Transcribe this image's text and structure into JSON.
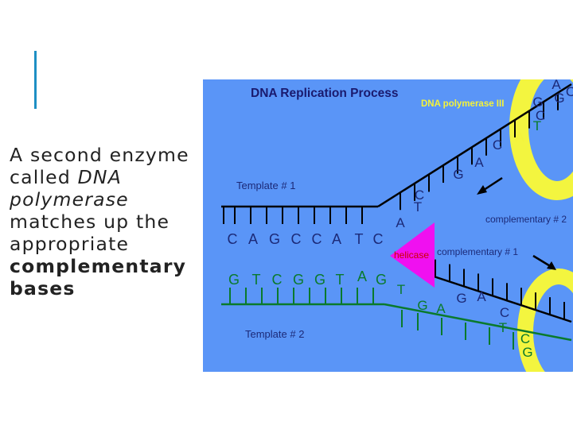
{
  "slide": {
    "text": {
      "part1": "A second enzyme called ",
      "part2": "DNA polymerase",
      "part3": " matches up the appropriate ",
      "part4": "complementary bases"
    }
  },
  "diagram": {
    "title": "DNA Replication Process",
    "labels": {
      "polymerase": "DNA polymerase III",
      "template1": "Template # 1",
      "template2": "Template # 2",
      "complementary2": "complementary # 2",
      "complementary1": "complementary # 1",
      "helicase": "helicase"
    },
    "template1_bases": [
      "C",
      "A",
      "G",
      "C",
      "C",
      "A",
      "T",
      "C"
    ],
    "template2_bases": [
      "G",
      "T",
      "C",
      "G",
      "G",
      "T",
      "A",
      "G"
    ],
    "upper_strand_bases": [
      "A",
      "T",
      "C",
      "G",
      "A",
      "C",
      "A",
      "T",
      "C",
      "G",
      "G",
      "A",
      "C"
    ],
    "lower_strand_bases": [
      "T",
      "G",
      "A",
      "G",
      "A",
      "C",
      "T",
      "C",
      "G"
    ],
    "colors": {
      "background": "#5a95f7",
      "title": "#1a1a6e",
      "template": "#1c2a78",
      "complementary": "#0a7a2c",
      "polymerase_ring": "#f3f53f",
      "polymerase_label": "#f4f33a",
      "helicase": "#f010f0",
      "helicase_label": "#cc0000",
      "strand": "#000000"
    }
  }
}
